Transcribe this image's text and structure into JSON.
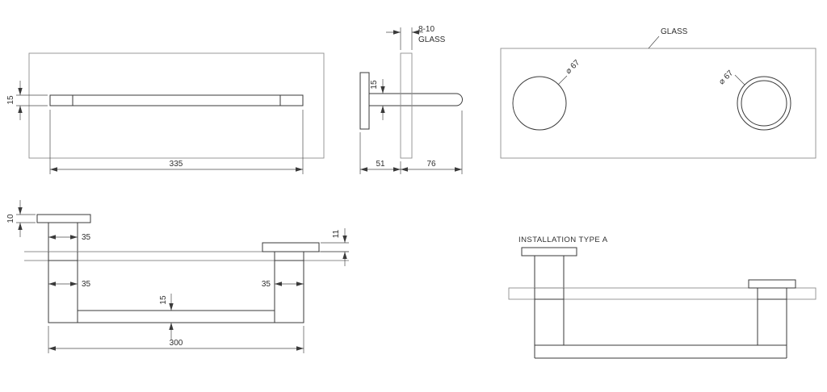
{
  "drawing": {
    "front_view": {
      "bar_height": "15",
      "bar_length": "335"
    },
    "side_view": {
      "glass_note_line1": "8-10",
      "glass_note_line2": "GLASS",
      "bar_height": "15",
      "wall_offset": "51",
      "projection": "76"
    },
    "plan_view": {
      "glass_label": "GLASS",
      "hole_left_diameter": "⌀ 67",
      "hole_right_diameter": "⌀ 67"
    },
    "detail_view": {
      "flange_thickness": "10",
      "stem_width": "35",
      "plate_thickness": "11",
      "left_post_width": "35",
      "right_post_width": "35",
      "bar_height": "15",
      "centers_distance": "300"
    },
    "installation_view": {
      "title": "INSTALLATION TYPE A"
    }
  }
}
